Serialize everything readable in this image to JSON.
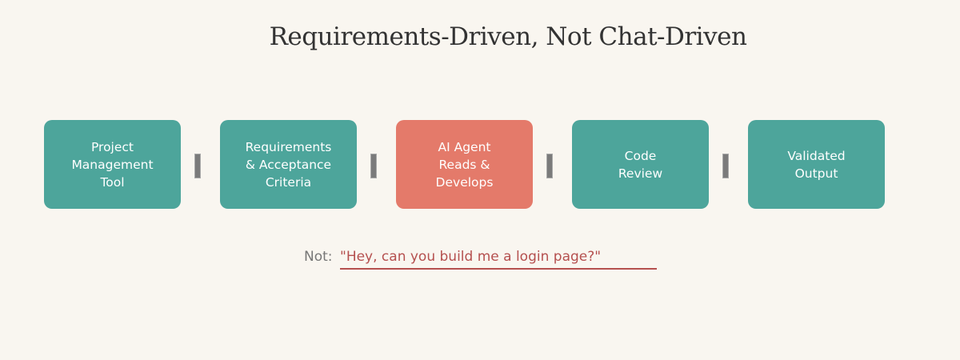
{
  "title": "Requirements-Driven, Not Chat-Driven",
  "steps": [
    {
      "label": "Project\nManagement\nTool",
      "color": "#4da59b"
    },
    {
      "label": "Requirements\n& Acceptance\nCriteria",
      "color": "#4da59b"
    },
    {
      "label": "AI Agent\nReads &\nDevelops",
      "color": "#e47a6a"
    },
    {
      "label": "Code\nReview",
      "color": "#4da59b"
    },
    {
      "label": "Validated\nOutput",
      "color": "#4da59b"
    }
  ],
  "connector_icon": "arrow-right-missing-glyph",
  "counter_example": {
    "label": "Not:",
    "quote": "\"Hey, can you build me a login page?\"",
    "color": "#b5504f"
  }
}
